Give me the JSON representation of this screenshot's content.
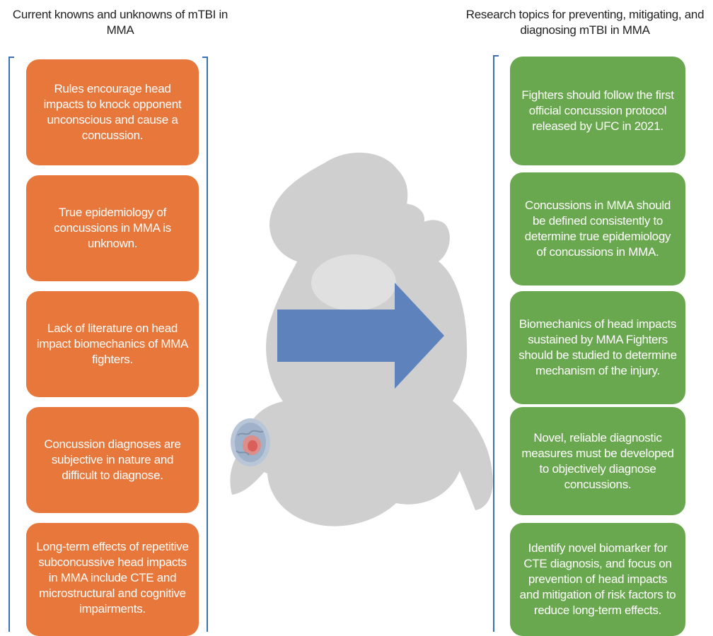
{
  "headings": {
    "left": "Current knowns and unknowns of mTBI in MMA",
    "right": "Research topics for preventing, mitigating, and diagnosing mTBI in MMA"
  },
  "left_boxes": [
    "Rules encourage head impacts to knock opponent unconscious and cause a concussion.",
    "True epidemiology of concussions in MMA is unknown.",
    "Lack of literature on head impact biomechanics of MMA fighters.",
    "Concussion diagnoses are subjective in nature and difficult to diagnose.",
    "Long-term effects of repetitive subconcussive head impacts in MMA include CTE and microstructural and cognitive impairments."
  ],
  "right_boxes": [
    "Fighters should follow the first official concussion protocol released by UFC in 2021.",
    "Concussions in MMA should be defined consistently to determine true epidemiology of concussions in MMA.",
    "Biomechanics of head impacts sustained by MMA Fighters should be studied to determine mechanism of the injury.",
    "Novel, reliable diagnostic measures must be developed to objectively diagnose concussions.",
    "Identify novel biomarker for CTE diagnosis, and focus on prevention of head impacts and mitigation of risk factors to reduce long-term effects."
  ],
  "colors": {
    "orange": "#e8773b",
    "green": "#6aa84f",
    "arrow": "#4f78b8",
    "bracket": "#3c6fb5",
    "silhouette": "#cfcfcf"
  }
}
